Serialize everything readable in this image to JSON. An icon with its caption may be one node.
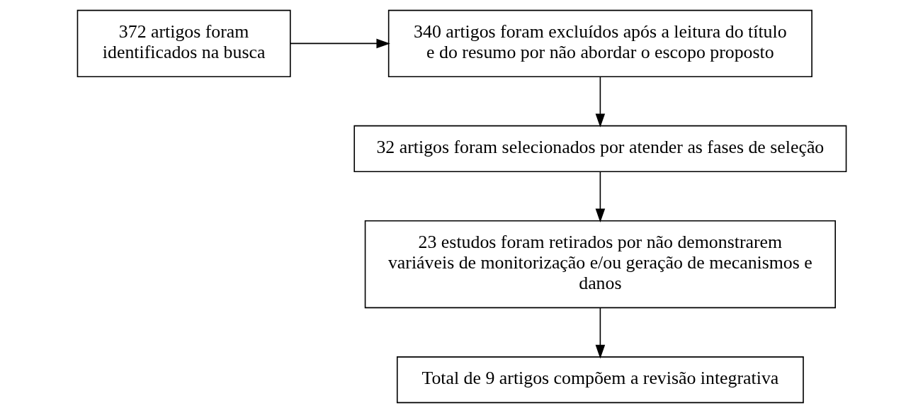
{
  "diagram": {
    "nodes": [
      {
        "text": [
          "372 artigos foram identificados na busca"
        ]
      },
      {
        "text": [
          "340 artigos foram excluídos após a leitura do título e do resumo por não abordar o escopo proposto"
        ]
      },
      {
        "text": [
          "32 artigos foram selecionados por atender as fases de seleção"
        ]
      },
      {
        "text": [
          "23 estudos foram retirados por não demonstrarem variáveis de monitorização e/ou geração de mecanismos e danos"
        ]
      },
      {
        "text": [
          "Total de 9 artigos compõem a revisão integrativa"
        ]
      }
    ],
    "edges": [
      {
        "from": 0,
        "to": 1,
        "arrow": "to"
      },
      {
        "from": 1,
        "to": 2,
        "arrow": "to"
      },
      {
        "from": 2,
        "to": 3,
        "arrow": "to"
      },
      {
        "from": 3,
        "to": 4,
        "arrow": "to"
      }
    ]
  }
}
